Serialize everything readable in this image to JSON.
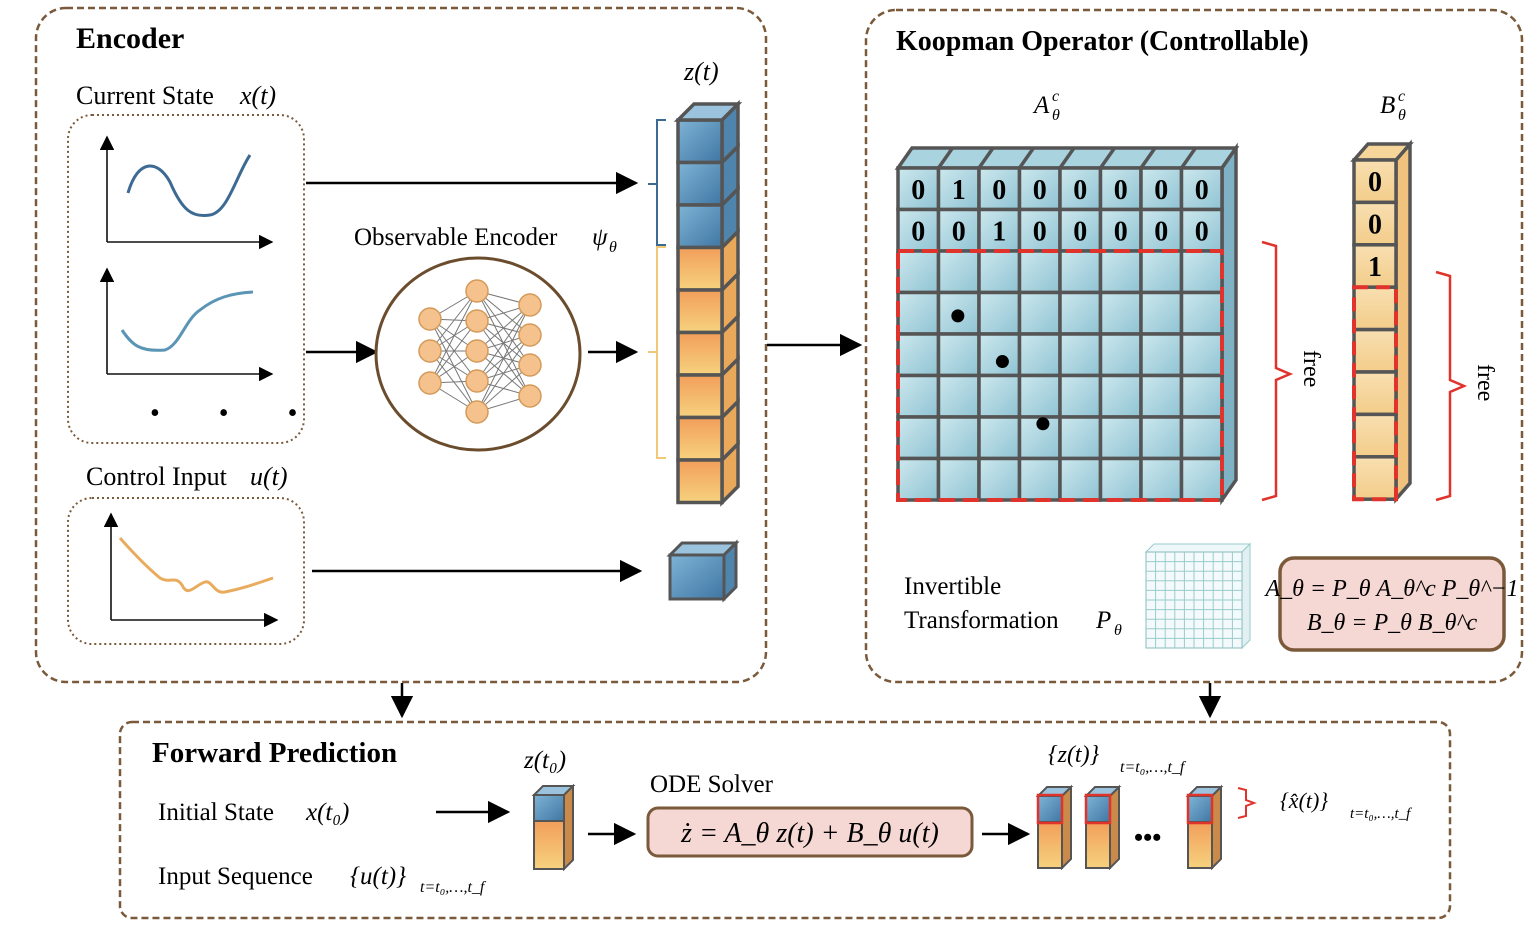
{
  "encoder": {
    "title": "Encoder",
    "current_state_label": "Current State",
    "current_state_symbol": "x(t)",
    "ellipsis": "• • •",
    "observable_encoder_label": "Observable Encoder",
    "observable_encoder_symbol": "ψ",
    "observable_encoder_sub": "θ",
    "control_input_label": "Control Input",
    "control_input_symbol": "u(t)",
    "latent_label": "z(t)"
  },
  "koopman": {
    "title": "Koopman Operator (Controllable)",
    "A_symbol": "A",
    "A_sup": "c",
    "A_sub": "θ",
    "B_symbol": "B",
    "B_sup": "c",
    "B_sub": "θ",
    "A_fixed_rows": [
      [
        "0",
        "1",
        "0",
        "0",
        "0",
        "0",
        "0",
        "0"
      ],
      [
        "0",
        "0",
        "1",
        "0",
        "0",
        "0",
        "0",
        "0"
      ]
    ],
    "B_fixed_values": [
      "0",
      "0",
      "1"
    ],
    "free_label_A": "free",
    "free_label_B": "free",
    "invertible_label_line1": "Invertible",
    "invertible_label_line2": "Transformation",
    "invertible_symbol": "P",
    "invertible_sub": "θ",
    "formula_line1": "A_θ = P_θ A_θ^c P_θ^−1",
    "formula_line2": "B_θ = P_θ B_θ^c"
  },
  "forward": {
    "title": "Forward Prediction",
    "initial_state_label": "Initial State",
    "initial_state_symbol": "x(t₀)",
    "input_sequence_label": "Input Sequence",
    "input_sequence_symbol": "{u(t)}",
    "input_sequence_sub": "t=t₀,…,t_f",
    "z0_label": "z(t₀)",
    "ode_solver_label": "ODE Solver",
    "ode_formula": "ż = A_θ z(t) + B_θ u(t)",
    "zt_set_label": "{z(t)}",
    "zt_set_sub": "t=t₀,…,t_f",
    "xhat_set_label": "{x̂(t)}",
    "xhat_set_sub": "t=t₀,…,t_f",
    "dots": "•••"
  },
  "colors": {
    "panel_border": "#7a5a3a",
    "blue_cell": "#5b93bd",
    "orange_cell": "#f0b366",
    "matrix_cell": "#b9dde6",
    "free_dash": "#e0332b",
    "formula_box_fill": "#f5d7d3",
    "formula_box_border": "#7a5a3a",
    "curve_dark_blue": "#3d6a93",
    "curve_light_blue": "#5b95b5",
    "curve_orange": "#e9ac5f",
    "neuron_fill": "#f5c28d"
  }
}
